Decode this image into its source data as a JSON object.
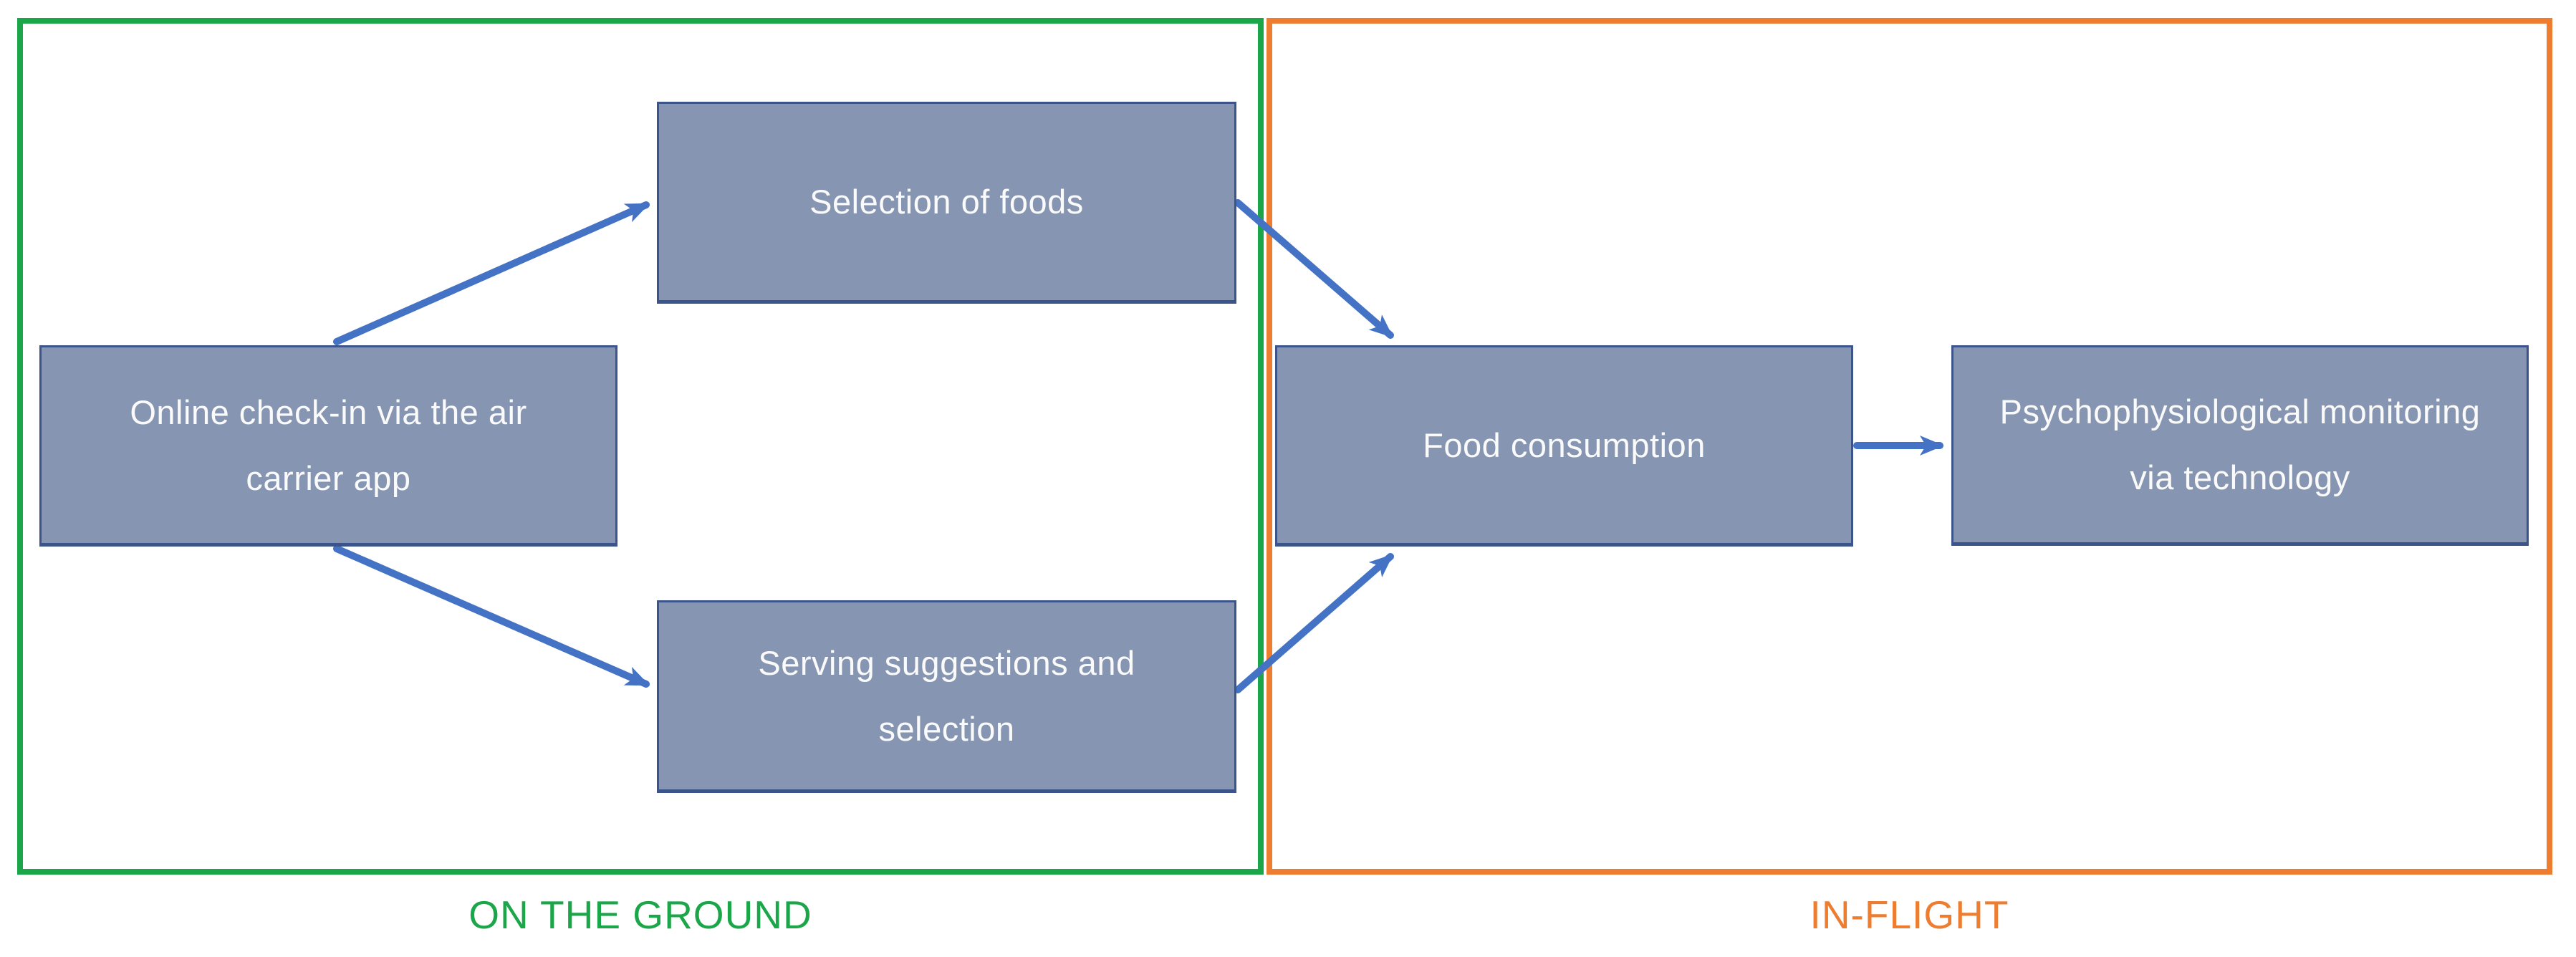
{
  "diagram": {
    "title": "",
    "phases": {
      "ground": {
        "label": "ON THE GROUND",
        "outline_color": "#1CA64A"
      },
      "inflight": {
        "label": "IN-FLIGHT",
        "outline_color": "#ED7D31"
      }
    },
    "nodes": {
      "online_checkin": {
        "label": [
          "Online check-in via the air",
          "carrier app"
        ],
        "phase": "ground"
      },
      "selection_of_foods": {
        "label": [
          "Selection of foods"
        ],
        "phase": "ground"
      },
      "serving_suggestions": {
        "label": [
          "Serving suggestions and",
          "selection"
        ],
        "phase": "ground"
      },
      "food_consumption": {
        "label": [
          "Food consumption"
        ],
        "phase": "inflight"
      },
      "psych_monitoring": {
        "label": [
          "Psychophysiological monitoring",
          "via technology"
        ],
        "phase": "inflight"
      }
    },
    "edges": [
      {
        "from": "online_checkin",
        "to": "selection_of_foods"
      },
      {
        "from": "online_checkin",
        "to": "serving_suggestions"
      },
      {
        "from": "selection_of_foods",
        "to": "food_consumption"
      },
      {
        "from": "serving_suggestions",
        "to": "food_consumption"
      },
      {
        "from": "food_consumption",
        "to": "psych_monitoring"
      }
    ],
    "colors": {
      "node_fill": "#8695B1",
      "node_border": "#3B548C",
      "node_text": "#FAFAFA",
      "arrow_blue": "#4472C4",
      "ground_green": "#1CA64A",
      "inflight_orange": "#ED7D31",
      "background": "#FFFFFF"
    }
  }
}
